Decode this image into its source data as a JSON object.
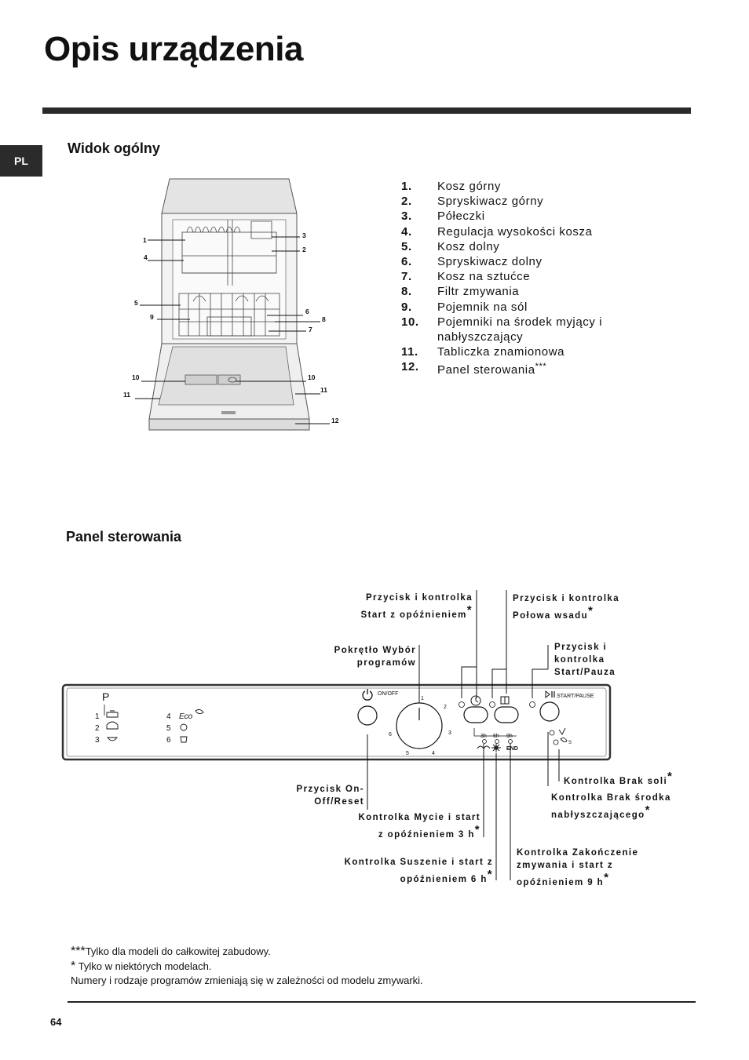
{
  "page_title": "Opis urządzenia",
  "lang_tab": "PL",
  "overview": {
    "heading": "Widok ogólny",
    "parts": [
      {
        "num": "1.",
        "label": "Kosz górny"
      },
      {
        "num": "2.",
        "label": "Spryskiwacz górny"
      },
      {
        "num": "3.",
        "label": "Półeczki"
      },
      {
        "num": "4.",
        "label": "Regulacja wysokości kosza"
      },
      {
        "num": "5.",
        "label": "Kosz dolny"
      },
      {
        "num": "6.",
        "label": "Spryskiwacz dolny"
      },
      {
        "num": "7.",
        "label": "Kosz na sztućce"
      },
      {
        "num": "8.",
        "label": "Filtr zmywania"
      },
      {
        "num": "9.",
        "label": "Pojemnik na sól"
      },
      {
        "num": "10.",
        "label": "Pojemniki na środek myjący i nabłyszczający"
      },
      {
        "num": "11.",
        "label": "Tabliczka znamionowa"
      },
      {
        "num": "12.",
        "label": "Panel sterowania",
        "mark": "***"
      }
    ],
    "callouts": [
      "1",
      "4",
      "5",
      "9",
      "10",
      "11",
      "3",
      "2",
      "6",
      "8",
      "7",
      "10",
      "11",
      "12"
    ]
  },
  "control_panel": {
    "heading": "Panel sterowania",
    "labels": {
      "delay_start": "Przycisk i kontrolka Start z opóźnieniem",
      "half_load": "Przycisk i kontrolka Połowa wsadu",
      "program_knob": "Pokrętło Wybór programów",
      "start_pause": "Przycisk i kontrolka Start/Pauza",
      "on_off_reset": "Przycisk On-Off/Reset",
      "wash_3h": "Kontrolka Mycie i start z opóźnieniem 3 h",
      "dry_6h": "Kontrolka Suszenie i start z opóźnieniem 6 h",
      "end_9h": "Kontrolka Zakończenie zmywania i start z opóźnieniem 9 h",
      "no_salt": "Kontrolka Brak soli",
      "no_rinse_aid": "Kontrolka Brak środka nabłyszczającego"
    },
    "star": "*",
    "panel_text": {
      "p": "P",
      "on_off": "ON/OFF",
      "start_pause": "START/PAUSE",
      "prog_left": [
        "1",
        "2",
        "3"
      ],
      "prog_right": [
        "4",
        "5",
        "6"
      ],
      "eco": "Eco",
      "knob_numbers": [
        "1",
        "2",
        "3",
        "4",
        "5",
        "6"
      ],
      "delay_hours": [
        "3h",
        "6h",
        "9h"
      ],
      "end": "END",
      "salt_s": "S"
    }
  },
  "footnotes": [
    {
      "mark": "***",
      "text": "Tylko dla modeli do całkowitej zabudowy."
    },
    {
      "mark": "*",
      "text": "Tylko w niektórych modelach."
    },
    {
      "mark": "",
      "text": "Numery i rodzaje programów zmieniają się w zależności od modelu zmywarki."
    }
  ],
  "page_number": "64"
}
